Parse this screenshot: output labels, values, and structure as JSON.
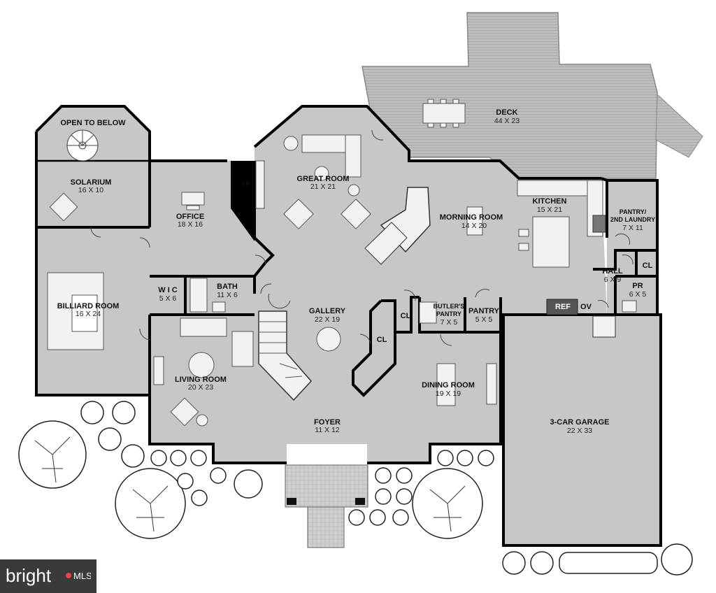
{
  "rooms": {
    "open_to_below": {
      "name": "OPEN TO BELOW"
    },
    "solarium": {
      "name": "SOLARIUM",
      "size": "16 X 10"
    },
    "office": {
      "name": "OFFICE",
      "size": "18 X 16"
    },
    "fp": {
      "name": "FP"
    },
    "great_room": {
      "name": "GREAT ROOM",
      "size": "21 X 21"
    },
    "deck": {
      "name": "DECK",
      "size": "44 X 23"
    },
    "morning_room": {
      "name": "MORNING ROOM",
      "size": "14 X 20"
    },
    "kitchen": {
      "name": "KITCHEN",
      "size": "15 X 21"
    },
    "pantry_laundry": {
      "name_line1": "PANTRY/",
      "name_line2": "2ND LAUNDRY",
      "size": "7 X 11"
    },
    "cl_hall": {
      "name": "CL"
    },
    "hall": {
      "name": "HALL",
      "size": "6 X 9"
    },
    "pr": {
      "name": "PR",
      "size": "6 X 5"
    },
    "ref": {
      "name": "REF"
    },
    "ov": {
      "name": "OV"
    },
    "billiard_room": {
      "name": "BILLIARD ROOM",
      "size": "16 X 24"
    },
    "wic": {
      "name": "W I C",
      "size": "5 X 6"
    },
    "bath": {
      "name": "BATH",
      "size": "11 X 6"
    },
    "gallery": {
      "name": "GALLERY",
      "size": "22 X 19"
    },
    "cl_gallery": {
      "name": "CL"
    },
    "cl_gallery2": {
      "name": "CL"
    },
    "butlers_pantry": {
      "name_line1": "BUTLER'S",
      "name_line2": "PANTRY",
      "size": "7 X 5"
    },
    "pantry": {
      "name": "PANTRY",
      "size": "5 X 5"
    },
    "living_room": {
      "name": "LIVING ROOM",
      "size": "20 X 23"
    },
    "dining_room": {
      "name": "DINING ROOM",
      "size": "19 X 19"
    },
    "foyer": {
      "name": "FOYER",
      "size": "11 X 12"
    },
    "garage": {
      "name": "3-CAR GARAGE",
      "size": "22 X 33"
    }
  },
  "watermark": {
    "brand": "bright",
    "suffix": "MLS"
  },
  "colors": {
    "floor": "#c7c7c7",
    "wall": "#000000",
    "deck": "#bdbdbd",
    "background": "#ffffff"
  }
}
